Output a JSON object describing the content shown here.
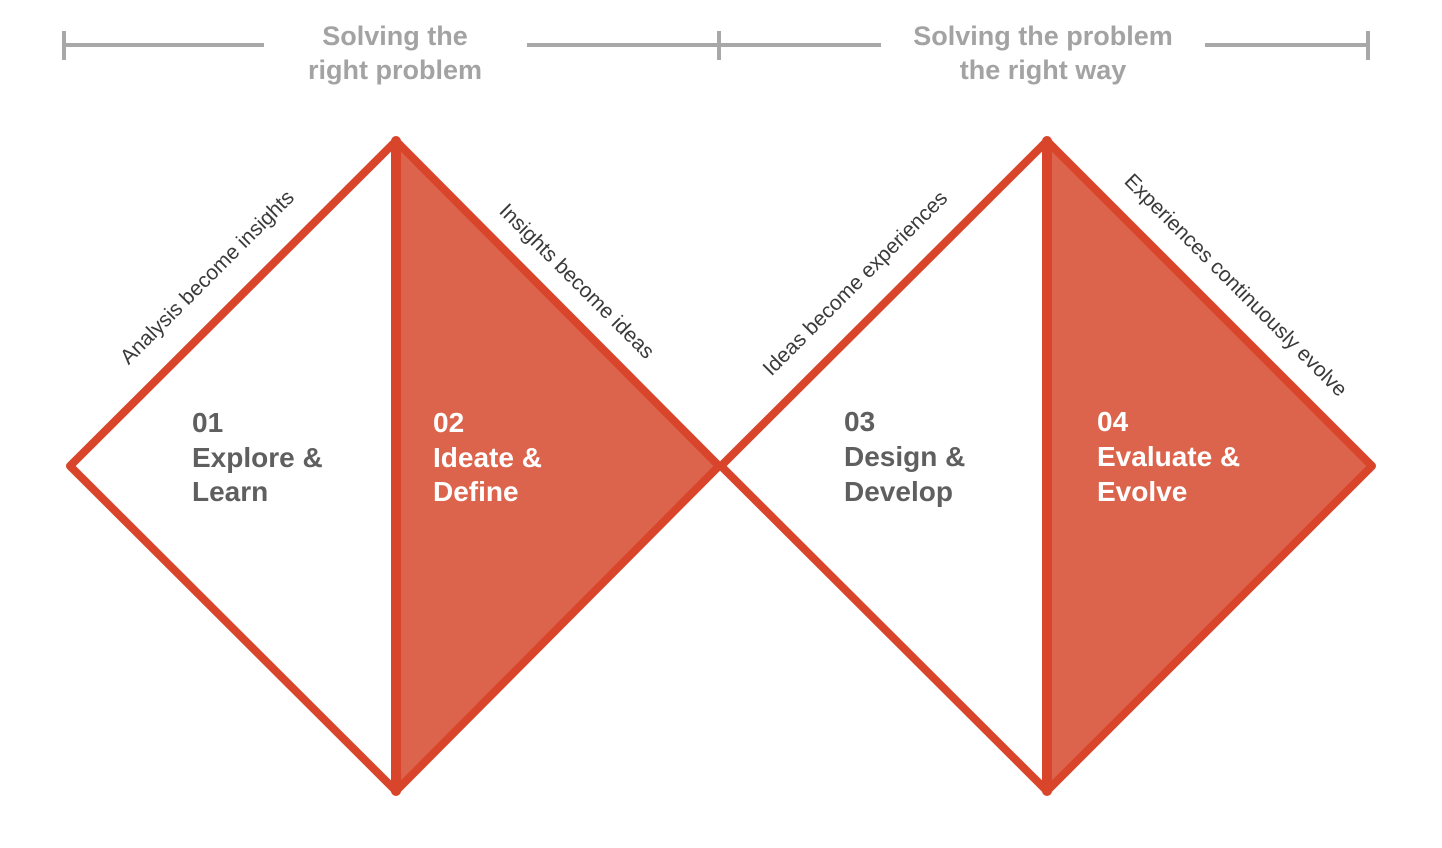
{
  "colors": {
    "accent": "#d9452b",
    "fill": "#dc644c",
    "bracket": "#a8a8a8",
    "header_text": "#a3a3a3",
    "dark_text": "#5f5f5f",
    "light_text": "#ffffff"
  },
  "headers": {
    "left": {
      "line1": "Solving the",
      "line2": "right problem"
    },
    "right": {
      "line1": "Solving the problem",
      "line2": "the right way"
    }
  },
  "edge_labels": {
    "analysis": "Analysis become insights",
    "insights": "Insights become ideas",
    "ideas": "Ideas become experiences",
    "experiences": "Experiences continuously evolve"
  },
  "phases": [
    {
      "number": "01",
      "line1": "Explore &",
      "line2": "Learn"
    },
    {
      "number": "02",
      "line1": "Ideate &",
      "line2": "Define"
    },
    {
      "number": "03",
      "line1": "Design &",
      "line2": "Develop"
    },
    {
      "number": "04",
      "line1": "Evaluate &",
      "line2": "Evolve"
    }
  ]
}
